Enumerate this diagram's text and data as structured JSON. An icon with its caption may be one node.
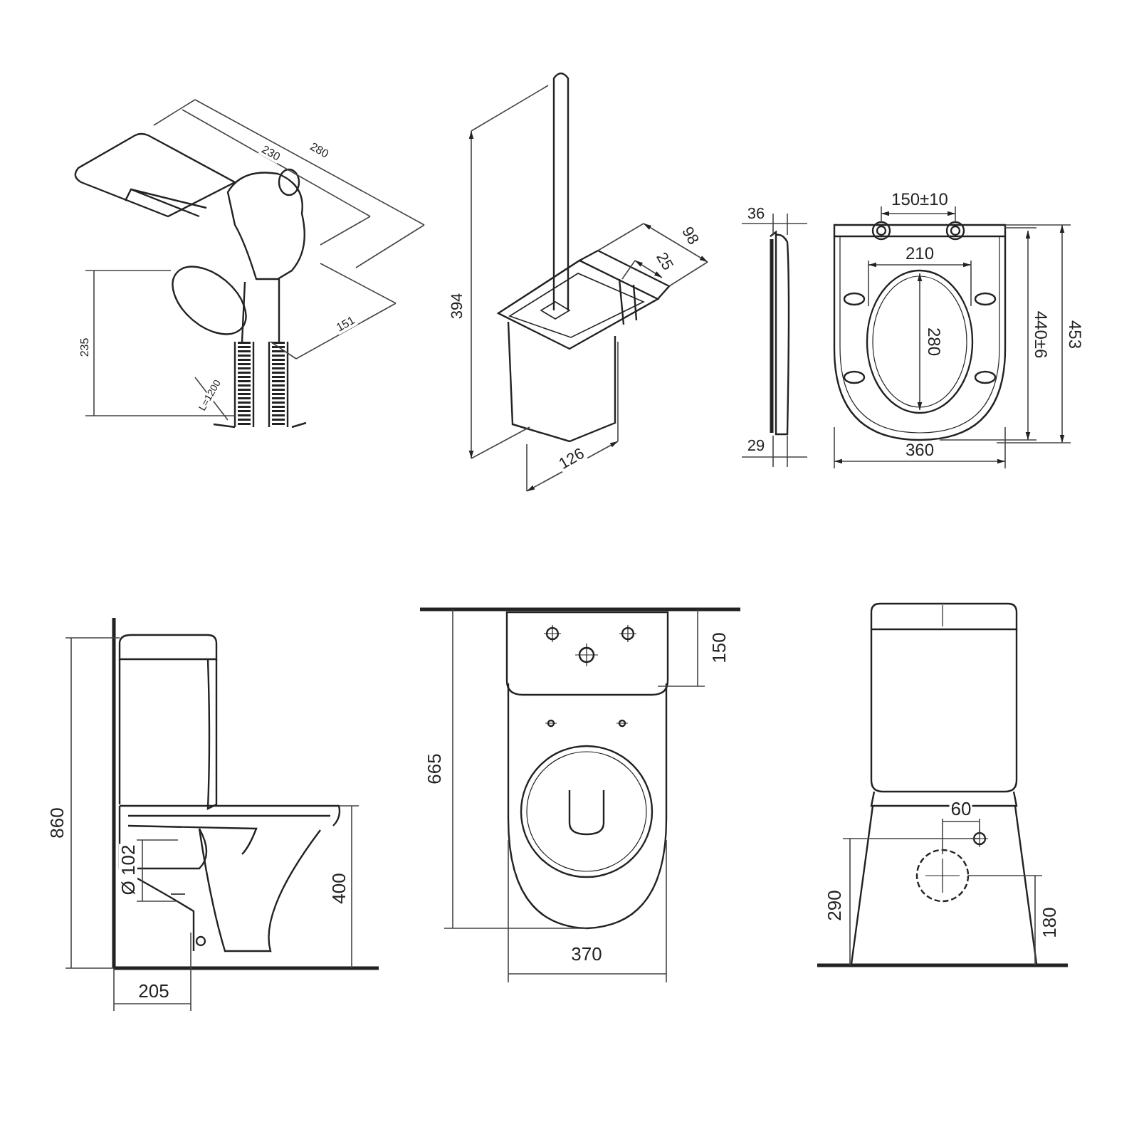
{
  "diagram": {
    "labels": [
      "230",
      "280",
      "235",
      "151",
      "L=1200",
      "394",
      "98",
      "25",
      "126",
      "36",
      "150±10",
      "210",
      "280",
      "440±6",
      "453",
      "29",
      "360",
      "860",
      "Ø 102",
      "400",
      "205",
      "665",
      "150",
      "370",
      "60",
      "290",
      "180"
    ]
  }
}
